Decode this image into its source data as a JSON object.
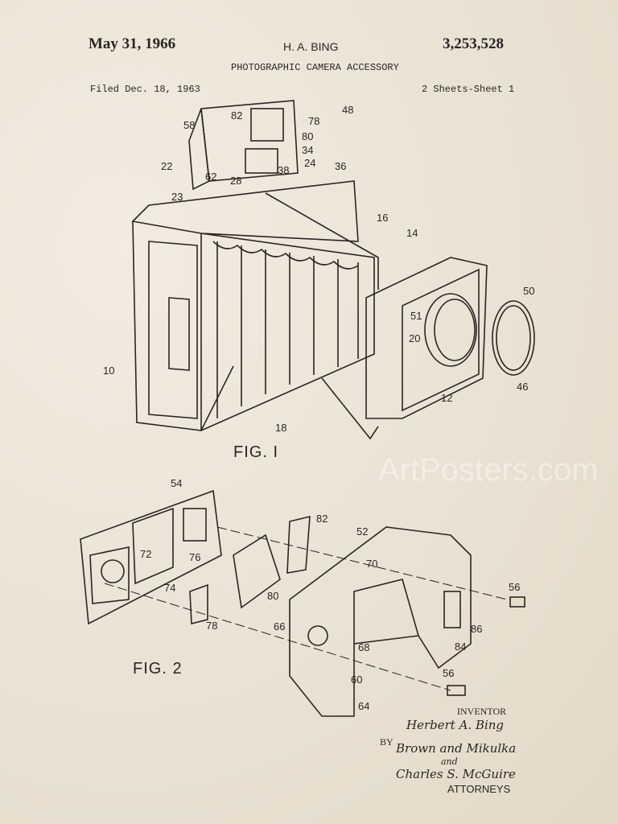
{
  "header": {
    "date": "May 31, 1966",
    "inventor_name": "H. A. BING",
    "patent_number": "3,253,528",
    "title": "PHOTOGRAPHIC CAMERA ACCESSORY",
    "filed": "Filed Dec. 18, 1963",
    "sheets": "2 Sheets-Sheet 1"
  },
  "figures": {
    "fig1": "FIG. I",
    "fig2": "FIG. 2"
  },
  "fig1_refs": [
    "48",
    "82",
    "78",
    "80",
    "58",
    "34",
    "22",
    "62",
    "38",
    "28",
    "24",
    "36",
    "23",
    "16",
    "14",
    "50",
    "51",
    "20",
    "10",
    "46",
    "12",
    "18"
  ],
  "fig2_refs": [
    "54",
    "82",
    "52",
    "72",
    "76",
    "70",
    "74",
    "80",
    "56",
    "78",
    "66",
    "86",
    "68",
    "84",
    "60",
    "56",
    "64"
  ],
  "signature": {
    "inventor_label": "INVENTOR",
    "inventor_signature": "Herbert A. Bing",
    "by": "BY",
    "attorney_signature_1": "Brown and Mikulka",
    "and": "and",
    "attorney_signature_2": "Charles S. McGuire",
    "attorneys_label": "ATTORNEYS"
  },
  "watermark": "ArtPosters.com",
  "colors": {
    "paper": "#ece5d8",
    "ink": "#2a2622"
  }
}
